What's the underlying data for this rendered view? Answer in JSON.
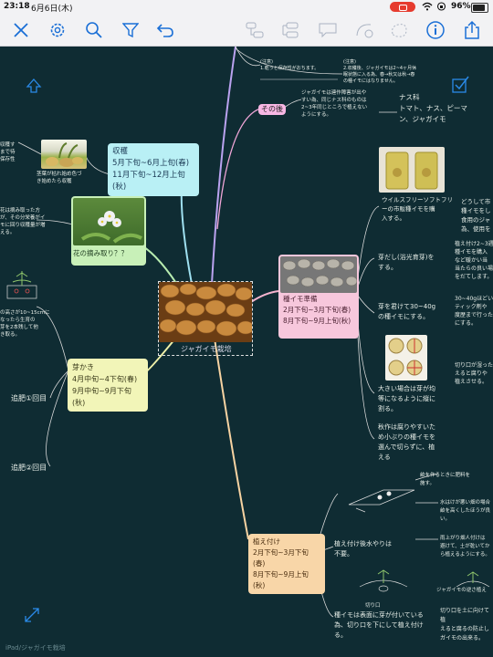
{
  "status": {
    "time": "23:18",
    "date": "6月6日(木)",
    "battery": "96%"
  },
  "toolbar": {
    "items": [
      "close-icon",
      "gear-icon",
      "search-icon",
      "filter-icon",
      "undo-icon",
      "subtopic-icon",
      "sibling-icon",
      "callout-icon",
      "relation-icon",
      "topic-floating-icon",
      "boundary-icon",
      "info-icon",
      "share-icon"
    ]
  },
  "central": {
    "label": "ジャガイモ栽培"
  },
  "nodes": {
    "shuukaku": {
      "lines": [
        "収穫",
        "5月下旬~6月上旬(春)",
        "11月下旬~12月上旬(秋)"
      ]
    },
    "hana": {
      "label": "花の摘み取り？？"
    },
    "hana_note": {
      "lines": [
        "花は摘み取った方",
        "が、その分栄養がイ",
        "モに回り収穫量が増",
        "える。"
      ]
    },
    "leaves_caption": {
      "lines": [
        "茎葉が枯れ始め色づ",
        "き始めたら収穫"
      ]
    },
    "left_top_note": {
      "lines": [
        "収穫す",
        "まで待",
        "保存性"
      ]
    },
    "left_mid_note": {
      "lines": [
        "の高さが10~15cmに",
        "なったら生育の",
        "芽を2本残して他",
        "き取る。"
      ]
    },
    "mekaki": {
      "lines": [
        "芽かき",
        "4月中旬~4下旬(春)",
        "9月中旬~9月下旬(秋)"
      ]
    },
    "tsuihi1": {
      "label": "追肥①回目"
    },
    "tsuihi2": {
      "label": "追肥②回目"
    },
    "sonogo": {
      "label": "その後"
    },
    "sonogo_note": {
      "lines": [
        "ジャガイモは連作障害が出や",
        "すい為、同じナス科のものは",
        "2~3年同じところで植えない",
        "ようにする。"
      ]
    },
    "nasuka": {
      "lines": [
        "ナス科",
        "トマト、ナス、ピーマ",
        "ン、ジャガイモ"
      ]
    },
    "top_note1": {
      "lines": [
        "(注意)",
        "1.乾うと保存性がおちます。"
      ]
    },
    "top_note2": {
      "lines": [
        "(注意)",
        "2.収穫後、ジャガイモは2~4ヶ月休",
        "眠状態に入る為、春→秋又は秋→春",
        "の種イモにはなりません。"
      ]
    },
    "taneimo": {
      "lines": [
        "種イモ準備",
        "2月下旬~3月下旬(春)",
        "8月下旬~9月上旬(秋)"
      ]
    },
    "virus_note": {
      "lines": [
        "ウイルスフリーソフトフリ",
        "ーの市販種イモを購",
        "入する。"
      ]
    },
    "right_note1": {
      "lines": [
        "どうして市",
        "種イモをし",
        "食用のジャ",
        "為、使用を"
      ]
    },
    "me_dashi": {
      "lines": [
        "芽だし(浴光育芽)を",
        "する。"
      ]
    },
    "right_note2": {
      "lines": [
        "植え付け2~3週",
        "種イモを購入",
        "など暖かい当",
        "当たらの良い場",
        "をだてします。"
      ]
    },
    "me_30": {
      "lines": [
        "芽を君けて30~40g",
        "の種イモにする。"
      ]
    },
    "right_note3": {
      "lines": [
        "30~40gほどい",
        "ティック剤や",
        "度歴まで行った",
        "にする。"
      ]
    },
    "ookii": {
      "lines": [
        "大きい場合は芽が均",
        "等になるように縦に",
        "割る。"
      ]
    },
    "right_note4": {
      "lines": [
        "切り口が湿った",
        "えると腐りや",
        "植えさせる。"
      ]
    },
    "akisaku": {
      "lines": [
        "秋作は腐りやすいた",
        "め小ぶりの種イモを",
        "選んで切らずに、植",
        "える"
      ]
    },
    "uetsuke": {
      "lines": [
        "植え付け",
        "2月下旬~3月下旬(春)",
        "8月下旬~9月上旬(秋)"
      ]
    },
    "mizu_note": {
      "lines": [
        "植え付け後水やりは",
        "不要。"
      ]
    },
    "hiryo_note": {
      "lines": [
        "畝を作るときに肥料を",
        "施す。"
      ]
    },
    "mizuhake_note": {
      "lines": [
        "水はけが悪い畑の場合",
        "畝を高くしたほうが良",
        "い。"
      ]
    },
    "ame_note": {
      "lines": [
        "雨上がり畑人付けは",
        "避けて、土が乾いてか",
        "ら植えるようにする。"
      ]
    },
    "bottom_note": {
      "lines": [
        "種イモは表面に芽が付いている",
        "為、切り口を下にして植え付け",
        "る。"
      ]
    },
    "bottom_right_note": {
      "lines": [
        "切り口を土に向けて植",
        "えると腐るの防止し",
        "ガイモの出来る。"
      ]
    },
    "jagaimo_label": {
      "label": "ジャガイモの逆さ植え"
    },
    "kiriguchi": {
      "label": "切り口"
    },
    "footer": "iPad/ジャガイモ栽培"
  },
  "colors": {
    "background": "#0f2c33",
    "toolbar": "#f2f2f4",
    "icon_blue": "#1a6fd6",
    "shuukaku_box": "#b9f0f5",
    "hana_box": "#c8f0b8",
    "mekaki_box": "#f2f5b8",
    "taneimo_box": "#f7c7dc",
    "uetsuke_box": "#f8d6a8",
    "sonogo_box": "#f7b7e4"
  }
}
